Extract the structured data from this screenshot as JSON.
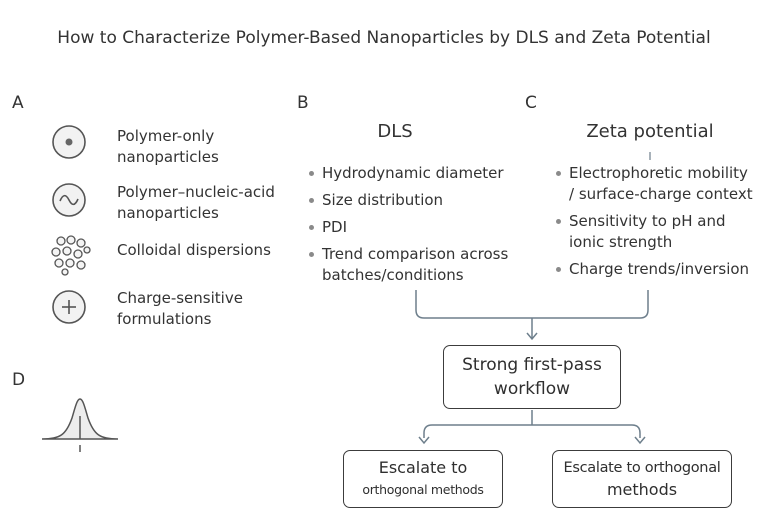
{
  "title": "How to Characterize Polymer-Based Nanoparticles by DLS and Zeta Potential",
  "panel_a": {
    "letter": "A",
    "items": [
      {
        "icon": "polymer-particle-icon",
        "lines": [
          "Polymer-only",
          "nanoparticles"
        ]
      },
      {
        "icon": "nucleic-acid-wave-icon",
        "lines": [
          "Polymer–nucleic-acid",
          "nanoparticles"
        ]
      },
      {
        "icon": "dispersion-dots-icon",
        "lines": [
          "Colloidal dispersions"
        ]
      },
      {
        "icon": "plus-charge-icon",
        "lines": [
          "Charge-sensitive",
          "formulations"
        ]
      }
    ]
  },
  "panel_b": {
    "letter": "B",
    "heading": "DLS",
    "bullets": [
      {
        "lines": [
          "Hydrodynamic diameter"
        ]
      },
      {
        "lines": [
          "Size distribution"
        ]
      },
      {
        "lines": [
          "PDI"
        ]
      },
      {
        "lines": [
          "Trend comparison across",
          "batches/conditions"
        ]
      }
    ]
  },
  "panel_c": {
    "letter": "C",
    "heading": "Zeta potential",
    "bullets": [
      {
        "lines": [
          "Electrophoretic mobility",
          "/ surface-charge context"
        ]
      },
      {
        "lines": [
          "Sensitivity to pH and",
          "ionic strength"
        ]
      },
      {
        "lines": [
          "Charge trends/inversion"
        ]
      }
    ]
  },
  "panel_d": {
    "letter": "D",
    "icon": "distribution-curve-icon"
  },
  "workflow": {
    "center_box": [
      "Strong first-pass",
      "workflow"
    ],
    "left_box": [
      "Escalate to",
      "orthogonal methods"
    ],
    "right_box": [
      "Escalate to orthogonal",
      "methods"
    ]
  },
  "colors": {
    "text": "#333333",
    "connector": "#6e7f8c",
    "icon_fill": "#f2f2f2",
    "icon_stroke": "#555555"
  }
}
